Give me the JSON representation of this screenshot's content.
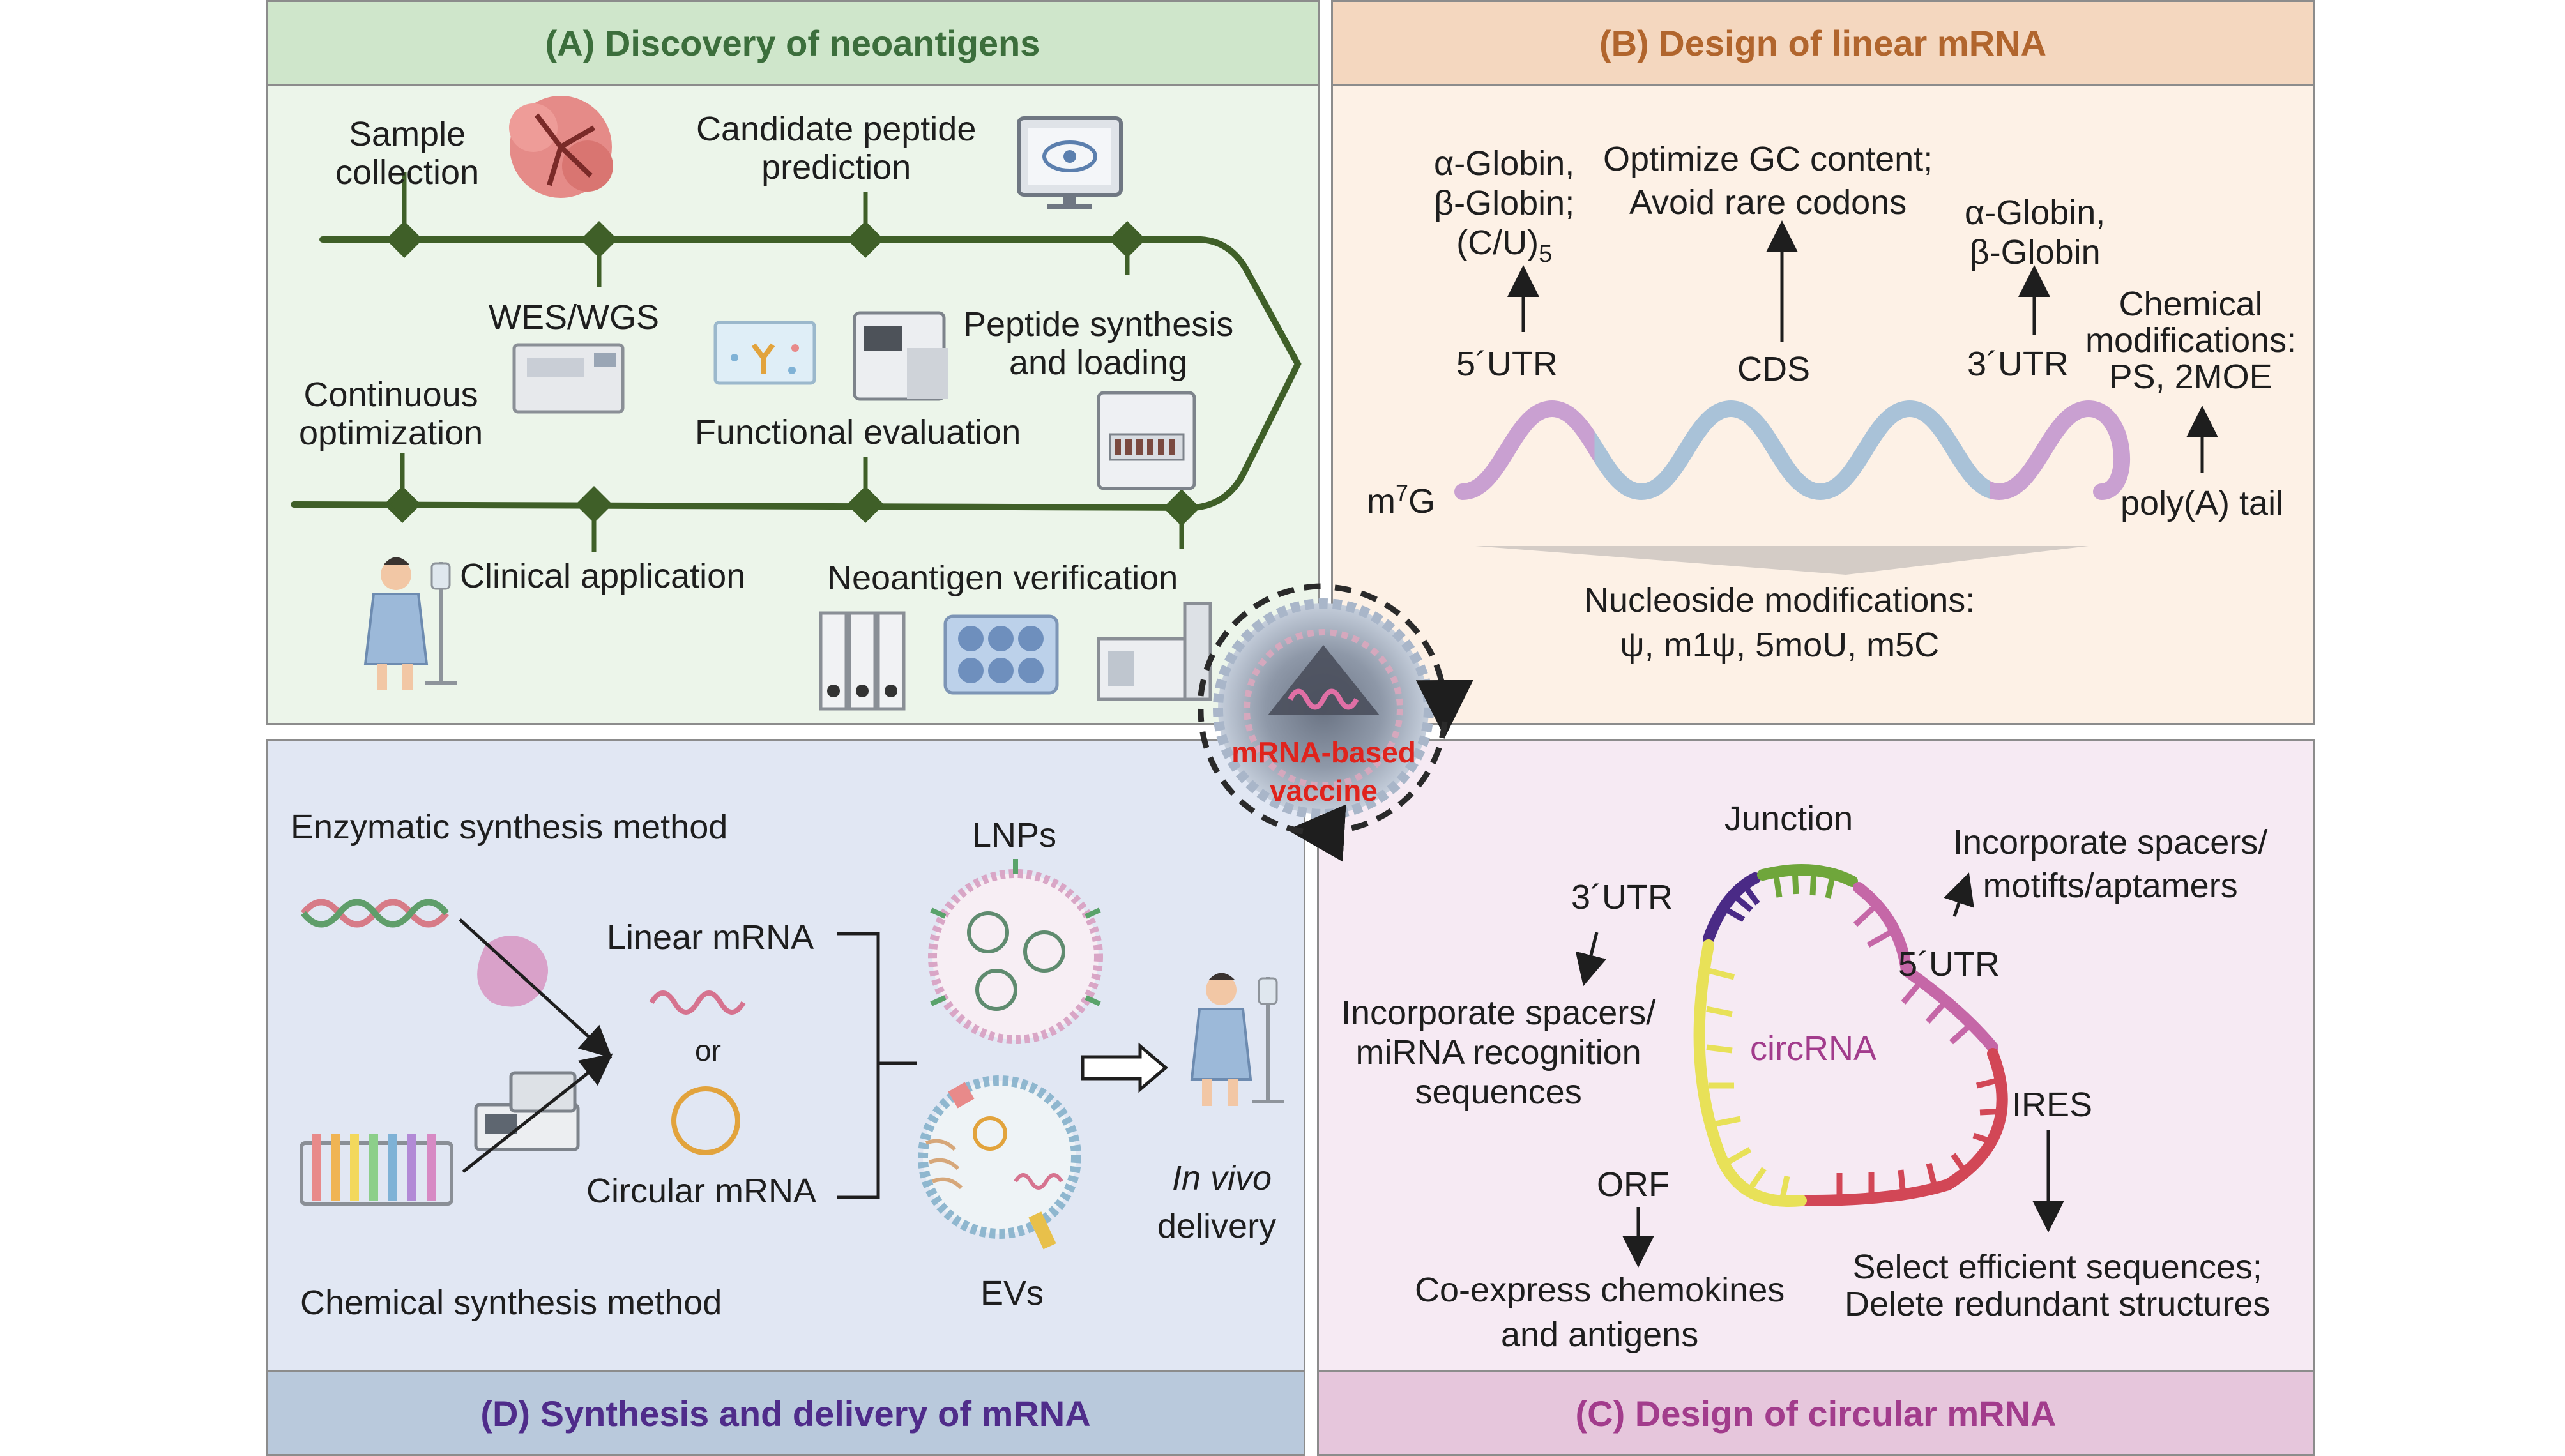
{
  "panelA": {
    "header": "(A) Discovery of neoantigens",
    "sample": "Sample\ncollection",
    "candidate": "Candidate peptide\nprediction",
    "wes": "WES/WGS",
    "peptide_synth": "Peptide synthesis\nand loading",
    "continuous": "Continuous\noptimization",
    "functional": "Functional evaluation",
    "clinical": "Clinical application",
    "verification": "Neoantigen verification"
  },
  "panelB": {
    "header": "(B) Design of linear mRNA",
    "utr5_note": "α-Globin,\nβ-Globin;\n(C/U)",
    "utr5_note_sub": "5",
    "cds_note": "Optimize GC content;\nAvoid rare codons",
    "utr3_note": "α-Globin,\nβ-Globin",
    "chem_note": "Chemical\nmodifications:\nPS, 2MOE",
    "utr5": "5´UTR",
    "cds": "CDS",
    "utr3": "3´UTR",
    "cap": "m",
    "cap_sup": "7",
    "cap_end": "G",
    "polya": "poly(A) tail",
    "nucleoside": "Nucleoside modifications:\nψ, m1ψ, 5moU, m5C"
  },
  "center": {
    "label": "mRNA-based\nvaccine"
  },
  "panelC": {
    "header": "(C) Design of circular mRNA",
    "junction": "Junction",
    "spacers_motifs": "Incorporate spacers/\nmotifts/aptamers",
    "utr3": "3´UTR",
    "utr5": "5´UTR",
    "mirna": "Incorporate spacers/\nmiRNA recognition\nsequences",
    "circ": "circRNA",
    "ires": "IRES",
    "orf": "ORF",
    "coexpress": "Co-express chemokines\nand antigens",
    "select": "Select efficient sequences;\nDelete redundant structures"
  },
  "panelD": {
    "header": "(D) Synthesis and delivery of mRNA",
    "enzymatic": "Enzymatic synthesis method",
    "chemical": "Chemical synthesis method",
    "linear": "Linear mRNA",
    "or": "or",
    "circular": "Circular mRNA",
    "lnps": "LNPs",
    "evs": "EVs",
    "in_vivo": "In vivo",
    "delivery": "delivery"
  },
  "colors": {
    "a_bg": "#ecf5ea",
    "a_hdr": "#cfe6cb",
    "a_text": "#3c6e3c",
    "b_bg": "#fdf1e6",
    "b_hdr": "#f4d7bf",
    "b_text": "#b1652d",
    "c_bg": "#f6eaf3",
    "c_hdr": "#e6c6dc",
    "c_text": "#a23c8c",
    "d_bg": "#e1e7f3",
    "d_hdr": "#b9c9dc",
    "d_text": "#4f2c8a",
    "timeline": "#3f5f28",
    "vaccine_text": "#e0231c"
  }
}
